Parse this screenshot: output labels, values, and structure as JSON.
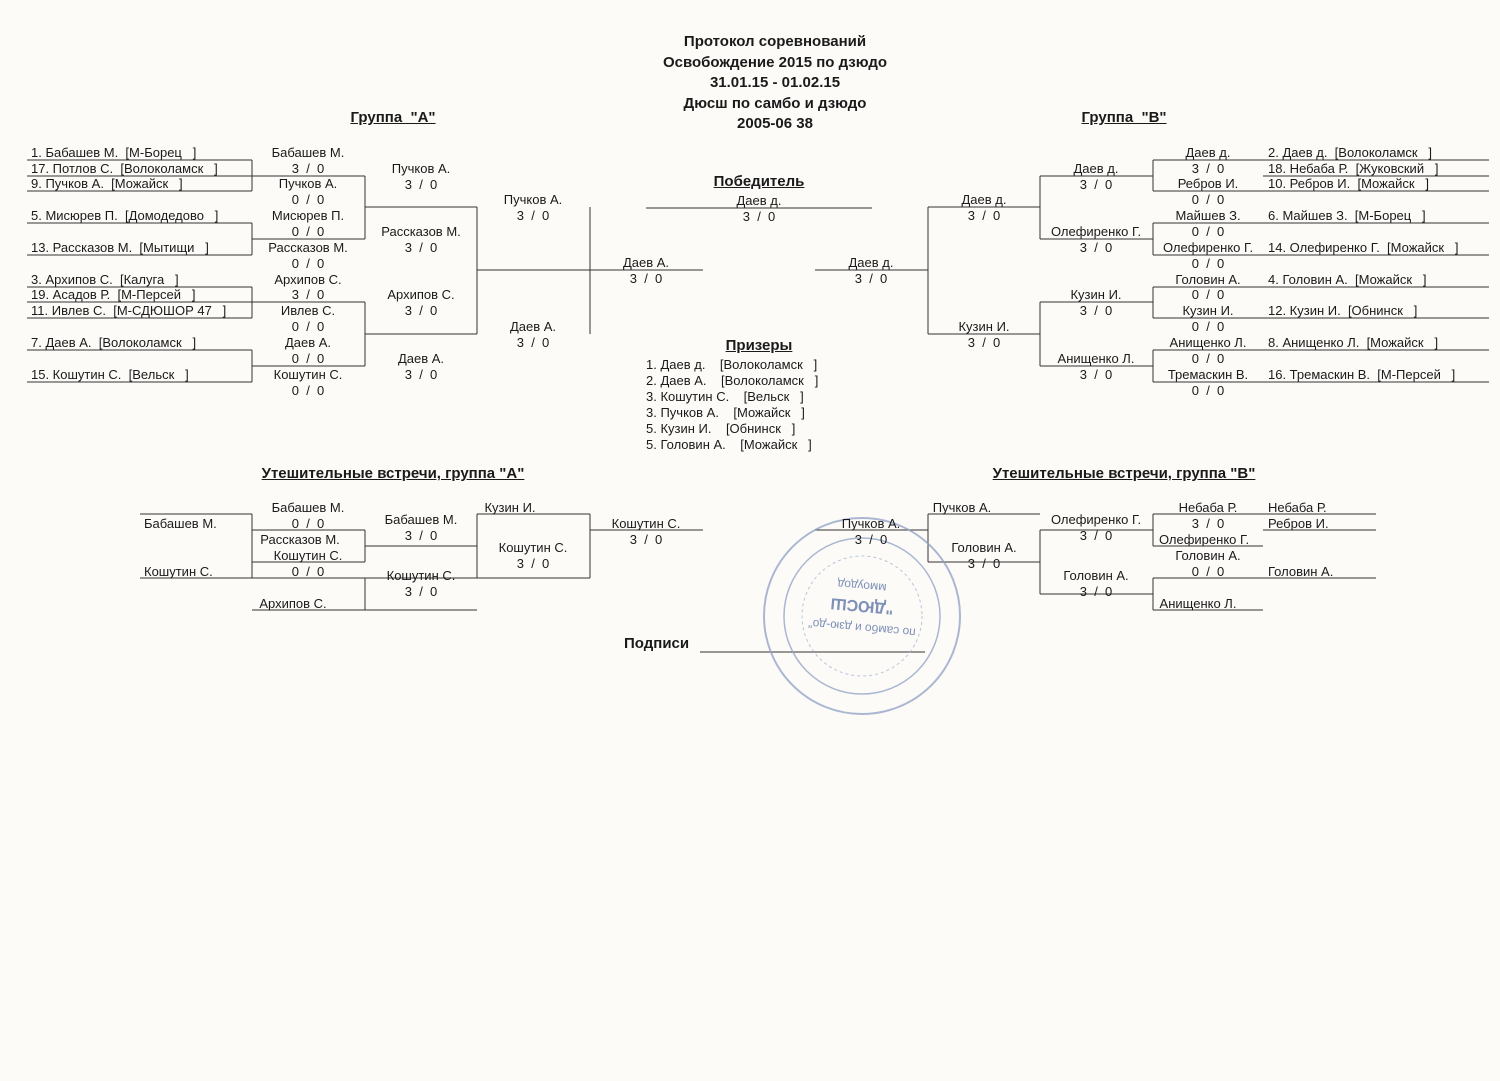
{
  "header": {
    "line1": "Протокол соревнований",
    "line2": "Освобождение 2015 по дзюдо",
    "line3": "31.01.15 - 01.02.15",
    "line4": "Дюсш по самбо и дзюдо",
    "line5": "2005-06 38"
  },
  "groups": {
    "a_title": "Группа  \"А\"",
    "b_title": "Группа  \"В\""
  },
  "winner": {
    "title": "Победитель",
    "name": "Даев д.",
    "score": "3  /  0"
  },
  "finals": {
    "a_name": "Даев А.",
    "a_score": "3  /  0",
    "b_name": "Даев д.",
    "b_score": "3  /  0"
  },
  "prizes": {
    "title": "Призеры",
    "items": [
      "1. Даев д.    [Волоколамск   ]",
      "2. Даев А.    [Волоколамск   ]",
      "3. Кошутин С.    [Вельск   ]",
      "3. Пучков А.    [Можайск   ]",
      "5. Кузин И.    [Обнинск   ]",
      "5. Головин А.    [Можайск   ]"
    ]
  },
  "group_a": {
    "entrants": [
      "1. Бабашев М.  [М-Борец   ]",
      "17. Потлов С.  [Волоколамск   ]",
      "9. Пучков А.  [Можайск   ]",
      "5. Мисюрев П.  [Домодедово   ]",
      "13. Рассказов М.  [Мытищи   ]",
      "3. Архипов С.  [Калуга   ]",
      "19. Асадов Р.  [М-Персей   ]",
      "11. Ивлев С.  [М-СДЮШОР 47   ]",
      "7. Даев А.  [Волоколамск   ]",
      "15. Кошутин С.  [Вельск   ]"
    ],
    "r1": [
      {
        "top": "Бабашев М.",
        "score": "3  /  0"
      },
      {
        "top": "Пучков А.",
        "score": "0  /  0"
      },
      {
        "top": "Мисюрев П.",
        "score": "0  /  0"
      },
      {
        "top": "Рассказов М.",
        "score": "0  /  0"
      },
      {
        "top": "Архипов С.",
        "score": "3  /  0"
      },
      {
        "top": "Ивлев С.",
        "score": "0  /  0"
      },
      {
        "top": "Даев А.",
        "score": "0  /  0"
      },
      {
        "top": "Кошутин С.",
        "score": "0  /  0"
      }
    ],
    "r2": [
      {
        "name": "Пучков А.",
        "score": "3  /  0"
      },
      {
        "name": "Рассказов М.",
        "score": "3  /  0"
      },
      {
        "name": "Архипов С.",
        "score": "3  /  0"
      },
      {
        "name": "Даев А.",
        "score": "3  /  0"
      }
    ],
    "r3": [
      {
        "name": "Пучков А.",
        "score": "3  /  0"
      },
      {
        "name": "Даев А.",
        "score": "3  /  0"
      }
    ]
  },
  "group_b": {
    "entrants": [
      "2. Даев д.  [Волоколамск   ]",
      "18. Небаба Р.  [Жуковский   ]",
      "10. Ребров И.  [Можайск   ]",
      "6. Майшев З.  [М-Борец   ]",
      "14. Олефиренко Г.  [Можайск   ]",
      "4. Головин А.  [Можайск   ]",
      "12. Кузин И.  [Обнинск   ]",
      "8. Анищенко Л.  [Можайск   ]",
      "16. Тремаскин В.  [М-Персей   ]"
    ],
    "r1": [
      {
        "top": "Даев д.",
        "score": "3  /  0"
      },
      {
        "top": "Ребров И.",
        "score": "0  /  0"
      },
      {
        "top": "Майшев З.",
        "score": "0  /  0"
      },
      {
        "top": "Олефиренко Г.",
        "score": "0  /  0"
      },
      {
        "top": "Головин А.",
        "score": "0  /  0"
      },
      {
        "top": "Кузин И.",
        "score": "0  /  0"
      },
      {
        "top": "Анищенко Л.",
        "score": "0  /  0"
      },
      {
        "top": "Тремаскин В.",
        "score": "0  /  0"
      }
    ],
    "r2": [
      {
        "name": "Даев д.",
        "score": "3  /  0"
      },
      {
        "name": "Олефиренко Г.",
        "score": "3  /  0"
      },
      {
        "name": "Кузин И.",
        "score": "3  /  0"
      },
      {
        "name": "Анищенко Л.",
        "score": "3  /  0"
      }
    ],
    "r3": [
      {
        "name": "Даев д.",
        "score": "3  /  0"
      },
      {
        "name": "Кузин И.",
        "score": "3  /  0"
      }
    ]
  },
  "consolation_a": {
    "title": "Утешительные встречи, группа \"А\"",
    "left1": "Бабашев М.",
    "left2": "Кошутин С.",
    "m1_top": "Бабашев М.",
    "m1_score": "0  /  0",
    "m1_bottom": "Рассказов М.",
    "m2_top": "Кошутин С.",
    "m2_score": "0  /  0",
    "m2_bottom": "Архипов С.",
    "w1_name": "Бабашев М.",
    "w1_score": "3  /  0",
    "w2_name": "Кошутин С.",
    "w2_score": "3  /  0",
    "kuzin": "Кузин И.",
    "semi_name": "Кошутин С.",
    "semi_score": "3  /  0",
    "final_name": "Кошутин С.",
    "final_score": "3  /  0"
  },
  "consolation_b": {
    "title": "Утешительные встречи, группа \"В\"",
    "right1a": "Небаба Р.",
    "right1b": "Ребров И.",
    "right2": "Головин А.",
    "m1_top": "Небаба Р.",
    "m1_score": "3  /  0",
    "m1_bottom": "Олефиренко Г.",
    "m2_top": "Головин А.",
    "m2_score": "0  /  0",
    "m2_bottom": "Анищенко Л.",
    "w1_name": "Олефиренко Г.",
    "w1_score": "3  /  0",
    "w2_name": "Головин А.",
    "w2_score": "3  /  0",
    "puchkov": "Пучков А.",
    "semi_name": "Головин А.",
    "semi_score": "3  /  0",
    "final_name": "Пучков А.",
    "final_score": "3  /  0"
  },
  "signature": {
    "label": "Подписи"
  },
  "stamp": {
    "line1": "ммоудод",
    "line2": "\"ДЮСШ",
    "line3": "по самбо и дзю-до\"",
    "stamp_color": "#7e8fb8"
  }
}
